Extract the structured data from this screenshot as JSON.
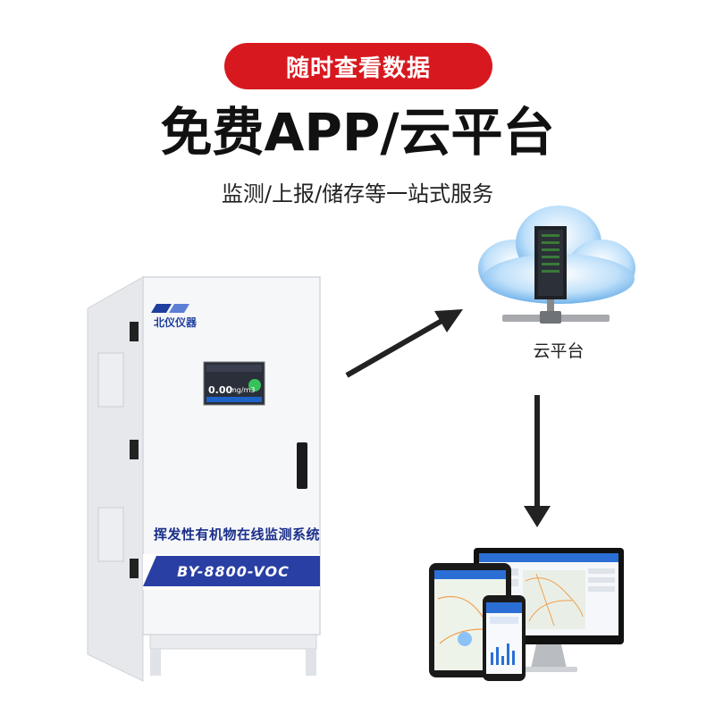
{
  "header": {
    "badge": "随时查看数据",
    "headline": "免费APP/云平台",
    "subline": "监测/上报/储存等一站式服务"
  },
  "cloud": {
    "label": "云平台"
  },
  "cabinet": {
    "brand": "北仪仪器",
    "title": "挥发性有机物在线监测系统",
    "model": "BY-8800-VOC",
    "screen_value": "0.00",
    "screen_unit": "mg/m3"
  },
  "colors": {
    "accent_red": "#d7191f",
    "brand_blue": "#1f3f9e",
    "cloud_blue": "#6fb5ec"
  }
}
